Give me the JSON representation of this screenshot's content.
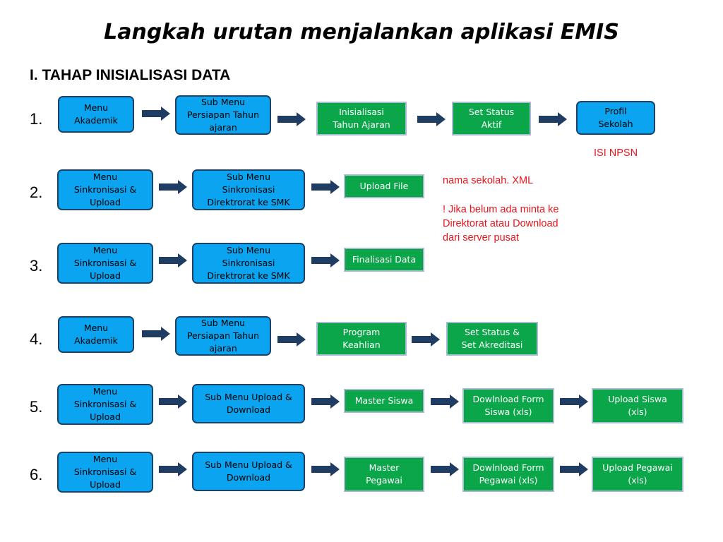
{
  "title": "Langkah urutan menjalankan aplikasi EMIS",
  "section_title": "I. TAHAP INISIALISASI DATA",
  "rows": [
    {
      "number": "1.",
      "steps": [
        {
          "label": "Menu\nAkademik",
          "style": "blue"
        },
        {
          "label": "Sub Menu\nPersiapan Tahun\najaran",
          "style": "blue"
        },
        {
          "label": "Inisialisasi\nTahun Ajaran",
          "style": "green"
        },
        {
          "label": "Set Status\nAktif",
          "style": "green"
        },
        {
          "label": "Profil\nSekolah",
          "style": "blue"
        }
      ]
    },
    {
      "number": "2.",
      "steps": [
        {
          "label": "Menu\nSinkronisasi &\nUpload",
          "style": "blue"
        },
        {
          "label": "Sub Menu\nSinkronisasi\nDirektrorat ke SMK",
          "style": "blue"
        },
        {
          "label": "Upload File",
          "style": "green"
        }
      ]
    },
    {
      "number": "3.",
      "steps": [
        {
          "label": "Menu\nSinkronisasi &\nUpload",
          "style": "blue"
        },
        {
          "label": "Sub Menu\nSinkronisasi\nDirektrorat ke SMK",
          "style": "blue"
        },
        {
          "label": "Finalisasi Data",
          "style": "green"
        }
      ]
    },
    {
      "number": "4.",
      "steps": [
        {
          "label": "Menu\nAkademik",
          "style": "blue"
        },
        {
          "label": "Sub Menu\nPersiapan Tahun\najaran",
          "style": "blue"
        },
        {
          "label": "Program\nKeahlian",
          "style": "green"
        },
        {
          "label": "Set Status &\nSet Akreditasi",
          "style": "green"
        }
      ]
    },
    {
      "number": "5.",
      "steps": [
        {
          "label": "Menu\nSinkronisasi &\nUpload",
          "style": "blue"
        },
        {
          "label": "Sub Menu  Upload &\nDownload",
          "style": "blue"
        },
        {
          "label": "Master Siswa",
          "style": "green"
        },
        {
          "label": "Dowlnload Form\nSiswa (xls)",
          "style": "green"
        },
        {
          "label": "Upload Siswa\n(xls)",
          "style": "green"
        }
      ]
    },
    {
      "number": "6.",
      "steps": [
        {
          "label": "Menu\nSinkronisasi &\nUpload",
          "style": "blue"
        },
        {
          "label": "Sub Menu  Upload &\nDownload",
          "style": "blue"
        },
        {
          "label": "Master\nPegawai",
          "style": "green"
        },
        {
          "label": "Dowlnload Form\nPegawai (xls)",
          "style": "green"
        },
        {
          "label": "Upload Pegawai\n(xls)",
          "style": "green"
        }
      ]
    }
  ],
  "notes": {
    "isi_npsn": "ISI NPSN",
    "xml_file": "nama sekolah. XML",
    "warning": "! Jika belum ada minta ke\nDirektorat atau Download\ndari server pusat"
  },
  "colors": {
    "blue_box": "#0aa4f0",
    "blue_border": "#1c4468",
    "green_box": "#0aa649",
    "note_text": "#e8141c",
    "arrow_fill": "#1f3d63"
  }
}
